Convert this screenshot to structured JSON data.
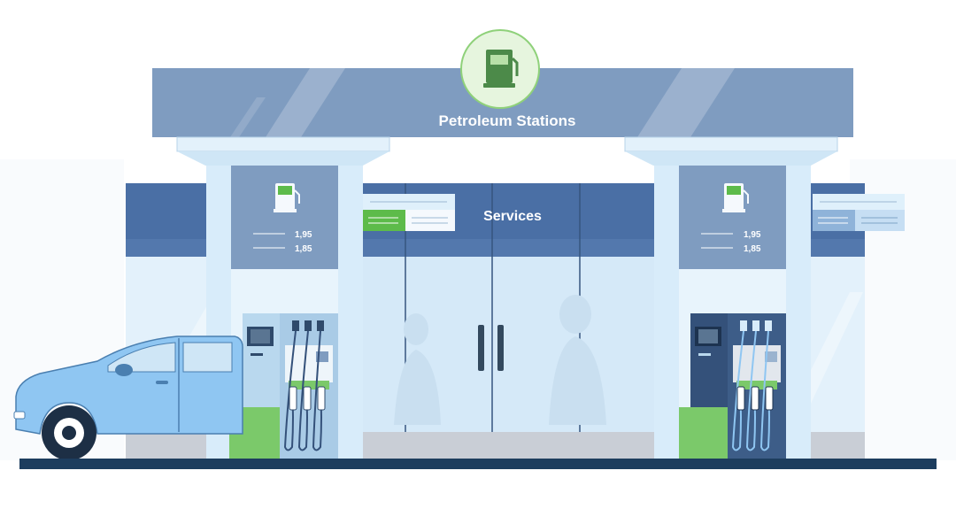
{
  "canopy": {
    "title": "Petroleum Stations",
    "icon": "fuel-pump-icon"
  },
  "store": {
    "sign": "Services"
  },
  "pillars": [
    {
      "icon": "fuel-pump-icon",
      "prices": [
        "1,95",
        "1,85"
      ]
    },
    {
      "icon": "fuel-pump-icon",
      "prices": [
        "1,95",
        "1,85"
      ]
    }
  ],
  "colors": {
    "canopy": "#7f9cc0",
    "store_band": "#4a6fa5",
    "glass": "#ddeefa",
    "accent_green": "#5dbb4a",
    "pump_light": "#b9d8ee",
    "pump_dark": "#34517a",
    "car": "#8fc6f2",
    "ground": "#1d3d5e"
  }
}
